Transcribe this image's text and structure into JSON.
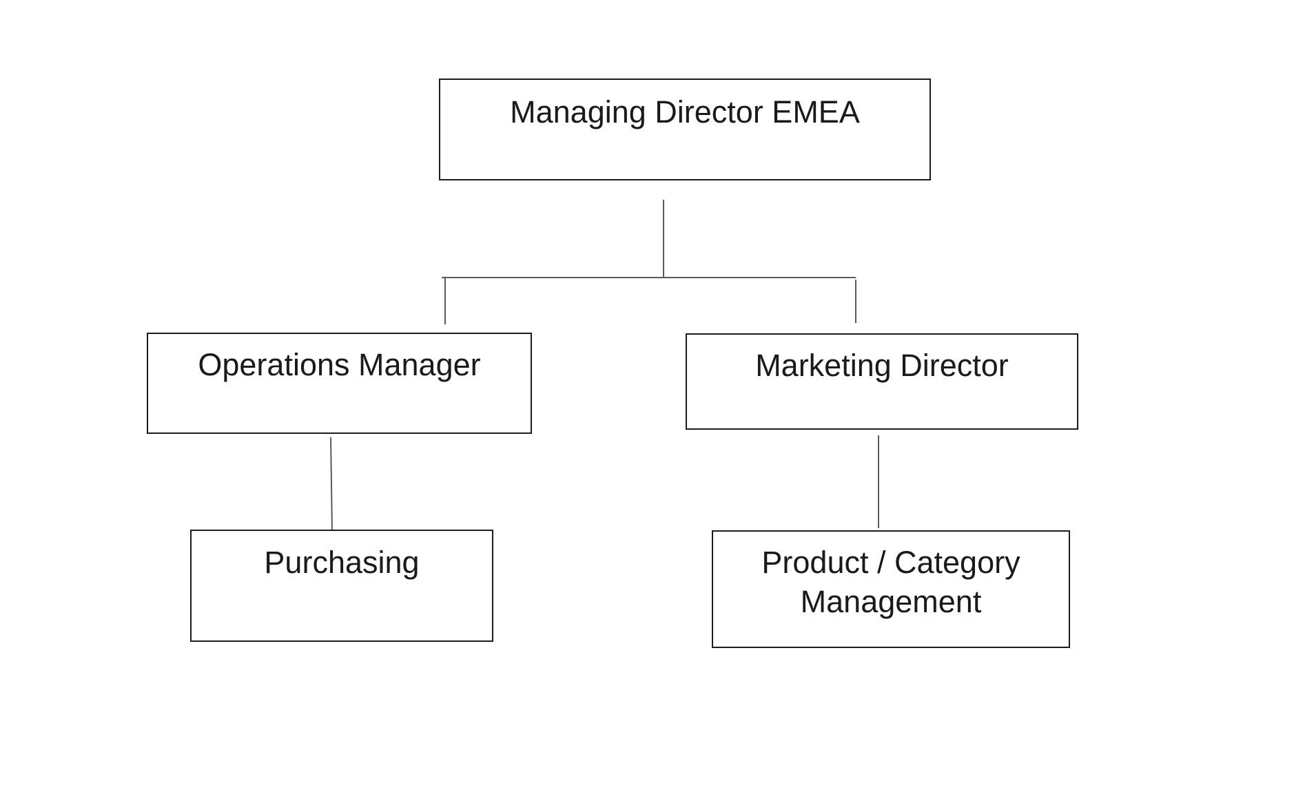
{
  "diagram": {
    "type": "org-chart",
    "line_color": "#5a5a5a",
    "box_border_color": "#1c1c1c",
    "nodes": {
      "md": {
        "label": "Managing Director EMEA"
      },
      "ops": {
        "label": "Operations Manager"
      },
      "mkt": {
        "label": "Marketing Director"
      },
      "pur": {
        "label": "Purchasing"
      },
      "pcm": {
        "label_line1": "Product / Category",
        "label_line2": "Management"
      }
    },
    "edges": [
      {
        "from": "md",
        "to": "ops"
      },
      {
        "from": "md",
        "to": "mkt"
      },
      {
        "from": "ops",
        "to": "pur"
      },
      {
        "from": "mkt",
        "to": "pcm"
      }
    ]
  }
}
